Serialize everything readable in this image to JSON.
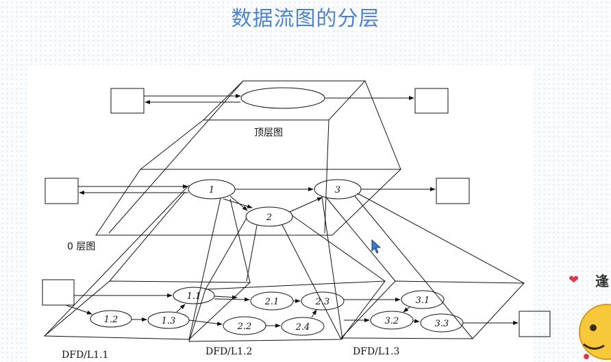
{
  "title": "数据流图的分层",
  "levels": {
    "top": "顶层图",
    "zero": "0 层图",
    "l11": "DFD/L1.1",
    "l12": "DFD/L1.2",
    "l13": "DFD/L1.3"
  },
  "processes": {
    "p1": "1",
    "p2": "2",
    "p3": "3",
    "p11": "1.1",
    "p12": "1.2",
    "p13": "1.3",
    "p21": "2.1",
    "p22": "2.2",
    "p23": "2.3",
    "p24": "2.4",
    "p31": "3.1",
    "p32": "3.2",
    "p33": "3.3"
  },
  "overlay": {
    "side_char": "逢",
    "heart": "❤"
  },
  "colors": {
    "title": "#4f83c9",
    "line": "#111111",
    "heart": "#e0384b"
  }
}
